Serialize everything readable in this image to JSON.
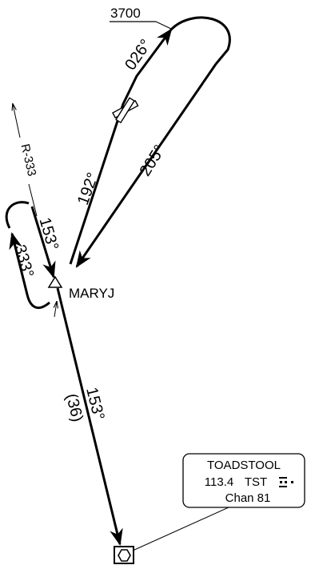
{
  "altitude_label": "3700",
  "courses": {
    "outbound_climb": "026°",
    "inbound_upper": "192°",
    "return_leg": "205°",
    "hold_inbound": "153°",
    "hold_outbound": "333°",
    "final_course": "153°",
    "final_distance": "(36)"
  },
  "radial_label": "R-333",
  "fix": {
    "name": "MARYJ",
    "symbol": "triangle-fix-icon"
  },
  "navaid": {
    "name": "TOADSTOOL",
    "frequency": "113.4",
    "ident": "TST",
    "channel": "Chan 81",
    "symbol": "vortac-hexagon-icon",
    "morse_icon": "morse-code-icon"
  },
  "colors": {
    "ink": "#000000",
    "background": "#ffffff"
  }
}
